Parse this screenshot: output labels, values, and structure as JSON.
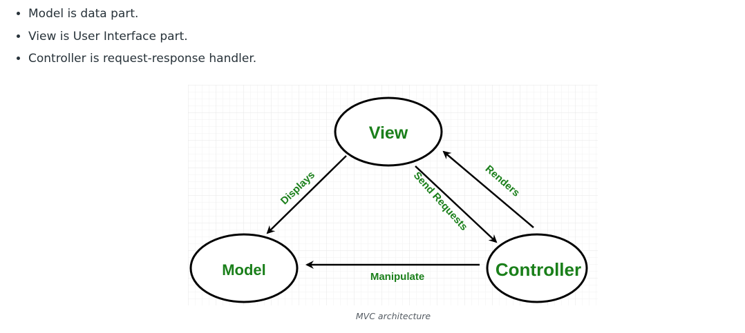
{
  "bullets": [
    "Model is data part.",
    "View is User Interface part.",
    "Controller is request-response handler."
  ],
  "diagram": {
    "nodes": {
      "view": "View",
      "model": "Model",
      "controller": "Controller"
    },
    "edges": {
      "displays": "Displays",
      "send_requests": "Send Requests",
      "renders": "Renders",
      "manipulate": "Manipulate"
    },
    "colors": {
      "label_green": "#1a7f1a",
      "stroke": "#000000",
      "grid": "#ececec"
    }
  },
  "caption": "MVC architecture"
}
